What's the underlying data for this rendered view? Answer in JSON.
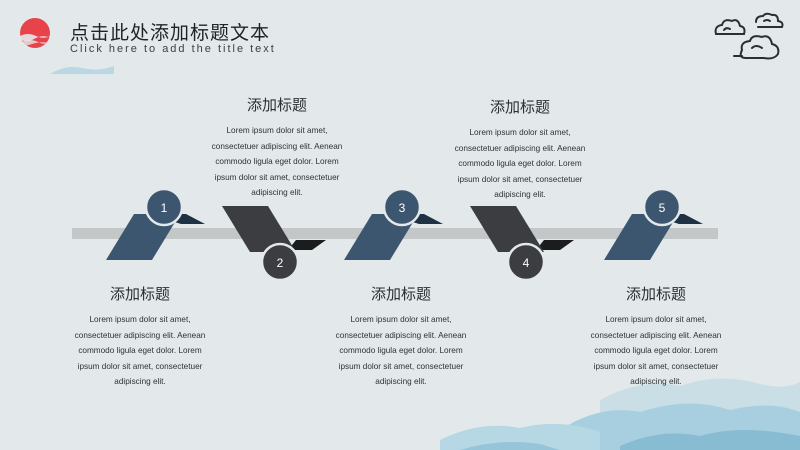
{
  "header": {
    "title": "点击此处添加标题文本",
    "subtitle": "Click here to add the title text"
  },
  "colors": {
    "background": "#e3e9ea",
    "blue_shape": "#3d5670",
    "dark_shape": "#3b3d40",
    "bar": "#c3c7c8",
    "logo_red": "#e8434b",
    "mountain": "#a8cfe0"
  },
  "steps": [
    {
      "number": "1",
      "heading": "添加标题",
      "lines": [
        "Lorem ipsum dolor sit amet,",
        "consectetuer adipiscing elit. Aenean",
        "commodo ligula eget dolor.  Lorem",
        "ipsum dolor sit amet, consectetuer",
        "adipiscing elit."
      ]
    },
    {
      "number": "2",
      "heading": "添加标题",
      "lines": [
        "Lorem ipsum dolor sit amet,",
        "consectetuer adipiscing elit. Aenean",
        "commodo ligula eget dolor.  Lorem",
        "ipsum dolor sit amet, consectetuer",
        "adipiscing elit."
      ]
    },
    {
      "number": "3",
      "heading": "添加标题",
      "lines": [
        "Lorem ipsum dolor sit amet,",
        "consectetuer adipiscing elit. Aenean",
        "commodo ligula eget dolor.  Lorem",
        "ipsum dolor sit amet, consectetuer",
        "adipiscing elit."
      ]
    },
    {
      "number": "4",
      "heading": "添加标题",
      "lines": [
        "Lorem ipsum dolor sit amet,",
        "consectetuer adipiscing elit. Aenean",
        "commodo ligula eget dolor.  Lorem",
        "ipsum dolor sit amet, consectetuer",
        "adipiscing elit."
      ]
    },
    {
      "number": "5",
      "heading": "添加标题",
      "lines": [
        "Lorem ipsum dolor sit amet,",
        "consectetuer adipiscing elit. Aenean",
        "commodo ligula eget dolor.  Lorem",
        "ipsum dolor sit amet, consectetuer",
        "adipiscing elit."
      ]
    }
  ],
  "icons": [
    "red-sun-logo-icon",
    "cloud-icon",
    "mountain-icon"
  ]
}
